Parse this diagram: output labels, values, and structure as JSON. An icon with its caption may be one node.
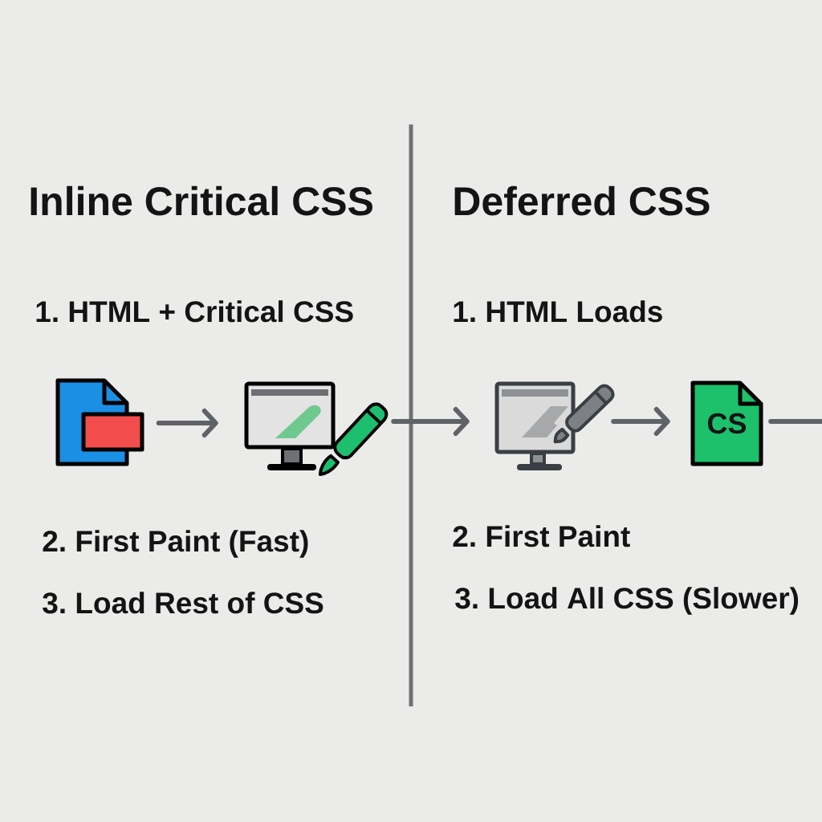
{
  "diagram": {
    "nodes": [
      {
        "text": [],
        "shape": "picture"
      },
      {
        "text": [],
        "shape": "picture"
      },
      {
        "text": [],
        "shape": "picture"
      },
      {
        "text": [
          "CS"
        ]
      }
    ],
    "edges": [
      {
        "from": 0,
        "to": 1,
        "arrow": "to"
      },
      {
        "from": 1,
        "to": 2,
        "arrow": "to"
      },
      {
        "from": 2,
        "to": 3,
        "arrow": "to"
      },
      {
        "from": 3,
        "to": null,
        "arrow": "none"
      }
    ],
    "labels": [
      "Inline Critical CSS",
      "Deferred CSS",
      "1. HTML + Critical CSS",
      "1. HTML Loads",
      "2. First Paint (Fast)",
      "2. First Paint",
      "3. Load Rest of CSS",
      "3. Load All CSS (Slower)"
    ]
  }
}
